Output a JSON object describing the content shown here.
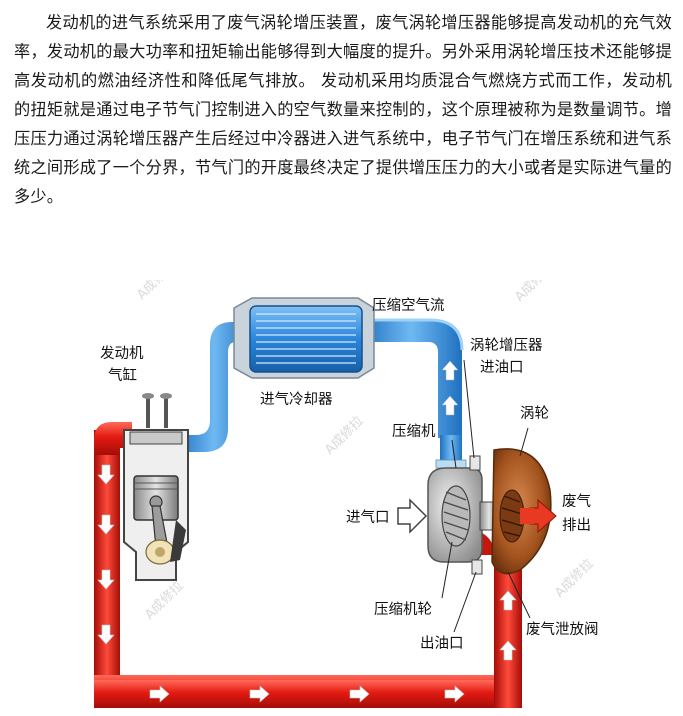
{
  "paragraph": "发动机的进气系统采用了废气涡轮增压装置，废气涡轮增压器能够提高发动机的充气效率，发动机的最大功率和扭矩输出能够得到大幅度的提升。另外采用涡轮增压技术还能够提高发动机的燃油经济性和降低尾气排放。 发动机采用均质混合气燃烧方式而工作，发动机的扭矩就是通过电子节气门控制进入的空气数量来控制的，这个原理被称为是数量调节。增压压力通过涡轮增压器产生后经过中冷器进入进气系统中，电子节气门在增压系统和进气系统之间形成了一个分界，节气门的开度最终决定了提供增压压力的大小或者是实际进气量的多少。",
  "labels": {
    "cylinder_1": "发动机",
    "cylinder_2": "气缸",
    "intercooler": "进气冷却器",
    "compressed_air": "压缩空气流",
    "turbo_oil_in_1": "涡轮增压器",
    "turbo_oil_in_2": "进油口",
    "turbine": "涡轮",
    "compressor": "压缩机",
    "air_inlet": "进气口",
    "exhaust_1": "废气",
    "exhaust_2": "排出",
    "compressor_wheel": "压缩机轮",
    "oil_out": "出油口",
    "wastegate": "废气泄放阀"
  },
  "watermark": "A成修拉",
  "colors": {
    "exhaust_red": "#e31b12",
    "intake_blue": "#2f8fe0",
    "pale_blue": "#cfe6f8"
  }
}
